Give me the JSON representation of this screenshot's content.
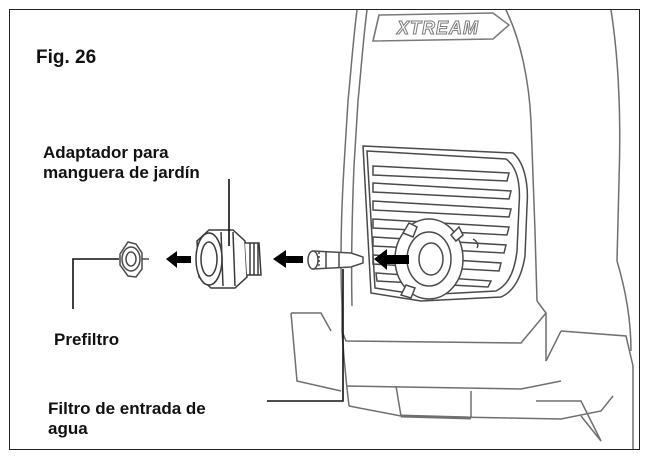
{
  "figure": {
    "label": "Fig. 26",
    "logo_text": "XTREAM"
  },
  "callouts": {
    "adapter_line1": "Adaptador para",
    "adapter_line2": "manguera de jardín",
    "prefilter": "Prefiltro",
    "inlet_filter_line1": "Filtro de entrada de",
    "inlet_filter_line2": "agua"
  },
  "colors": {
    "ink": "#111111",
    "outline": "#6f6f6f",
    "arrow": "#000000",
    "background": "#ffffff"
  }
}
